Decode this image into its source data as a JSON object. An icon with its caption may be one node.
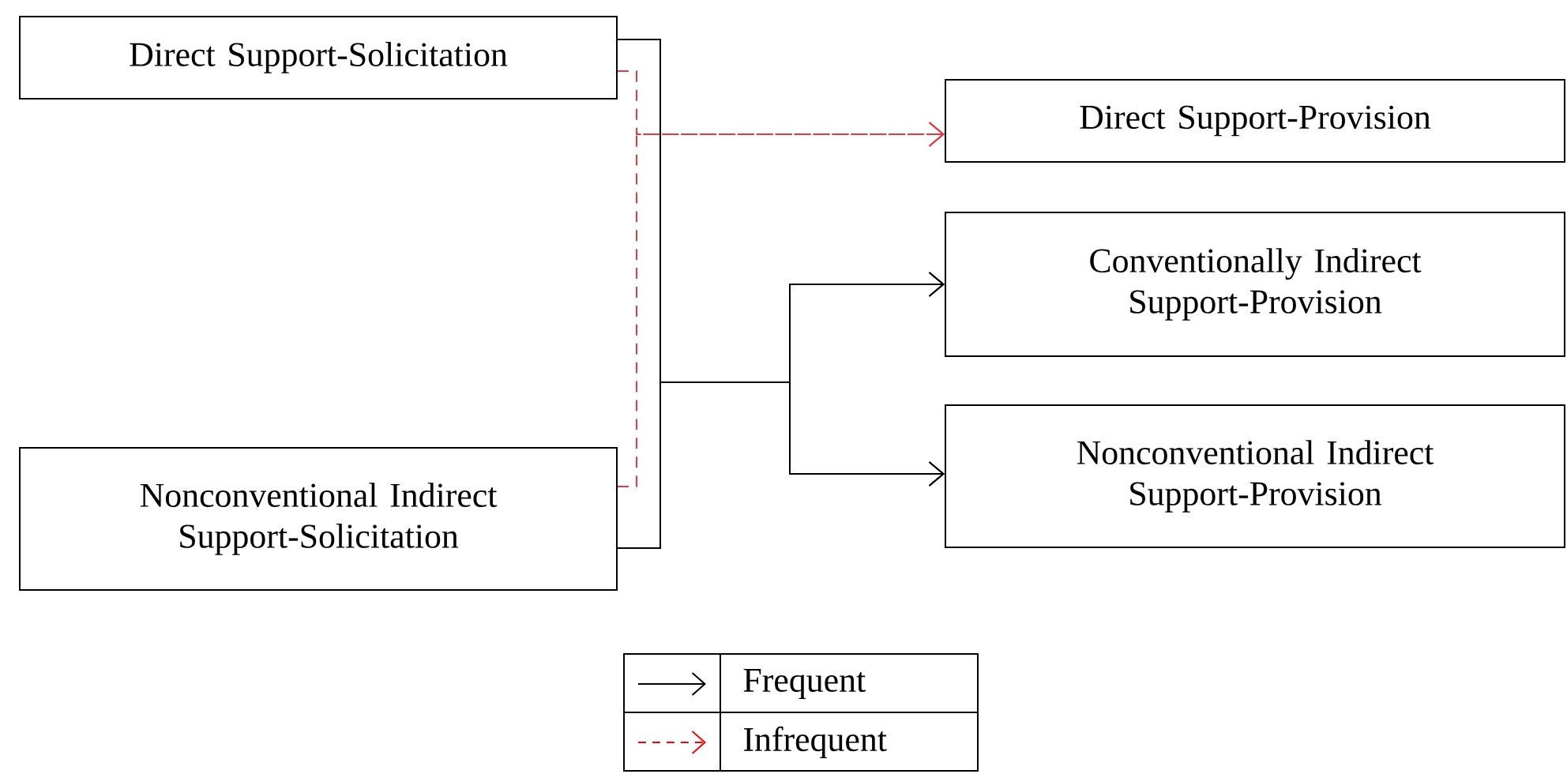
{
  "diagram": {
    "nodes": [
      {
        "text": [
          "Direct Support-Solicitation"
        ]
      },
      {
        "text": [
          "Nonconventional Indirect Support-Solicitation"
        ]
      },
      {
        "text": [
          "Direct Support-Provision"
        ]
      },
      {
        "text": [
          "Conventionally Indirect Support-Provision"
        ]
      },
      {
        "text": [
          "Nonconventional Indirect Support-Provision"
        ]
      }
    ],
    "edges": [
      {
        "from": 0,
        "to": 3,
        "arrow": "to"
      },
      {
        "from": 0,
        "to": 4,
        "arrow": "to"
      },
      {
        "from": 1,
        "to": 3,
        "arrow": "to"
      },
      {
        "from": 1,
        "to": 4,
        "arrow": "to"
      },
      {
        "from": 0,
        "to": 2,
        "arrow": "to",
        "style": "dashed",
        "color": "#e8383d"
      },
      {
        "from": 1,
        "to": 2,
        "arrow": "to",
        "style": "dashed",
        "color": "#e8383d"
      }
    ],
    "legend": [
      {
        "text": "Frequent"
      },
      {
        "text": "Infrequent"
      }
    ]
  }
}
